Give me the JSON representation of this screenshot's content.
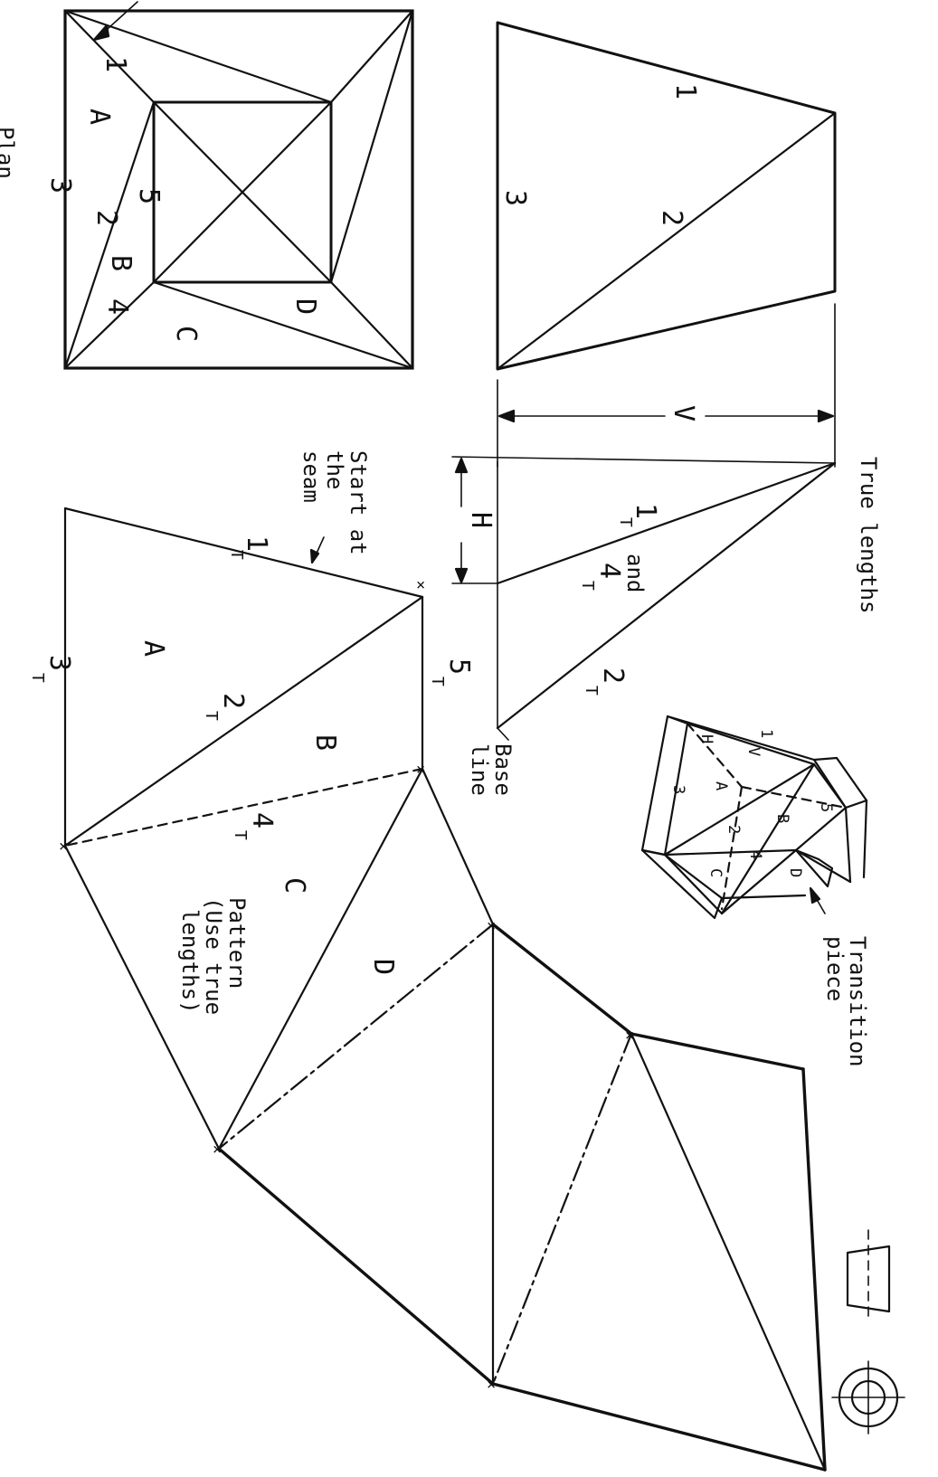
{
  "labels": {
    "plan": "Plan",
    "true_lengths": "True lengths",
    "transition_piece": "Transition piece",
    "transition_line1": "Transition",
    "transition_line2": "piece",
    "start_seam_1": "Start at",
    "start_seam_2": "the",
    "start_seam_3": "seam",
    "base_line_1": "Base",
    "base_line_2": "line",
    "pattern_1": "Pattern",
    "pattern_2": "(Use true",
    "pattern_3": "lengths)",
    "and": "and",
    "V": "V",
    "H": "H"
  },
  "plan_marks": {
    "one": "1",
    "two": "2",
    "three": "3",
    "four": "4",
    "five": "5",
    "A": "A",
    "B": "B",
    "C": "C",
    "D": "D"
  },
  "elevation_marks": {
    "one": "1",
    "two": "2",
    "three": "3"
  },
  "true_length_marks": {
    "one_t": "1",
    "four_t": "4",
    "two_t": "2",
    "subscript": "T"
  },
  "pattern_marks": {
    "one_t": "1",
    "two_t": "2",
    "three_t": "3",
    "four_t": "4",
    "five_t": "5",
    "subscript": "T",
    "A": "A",
    "B": "B",
    "C": "C",
    "D": "D"
  },
  "iso_marks": {
    "one": "1",
    "two": "2",
    "three": "3",
    "four": "4",
    "five": "5",
    "A": "A",
    "B": "B",
    "C": "C",
    "D": "D",
    "H": "H",
    "V": "V"
  }
}
